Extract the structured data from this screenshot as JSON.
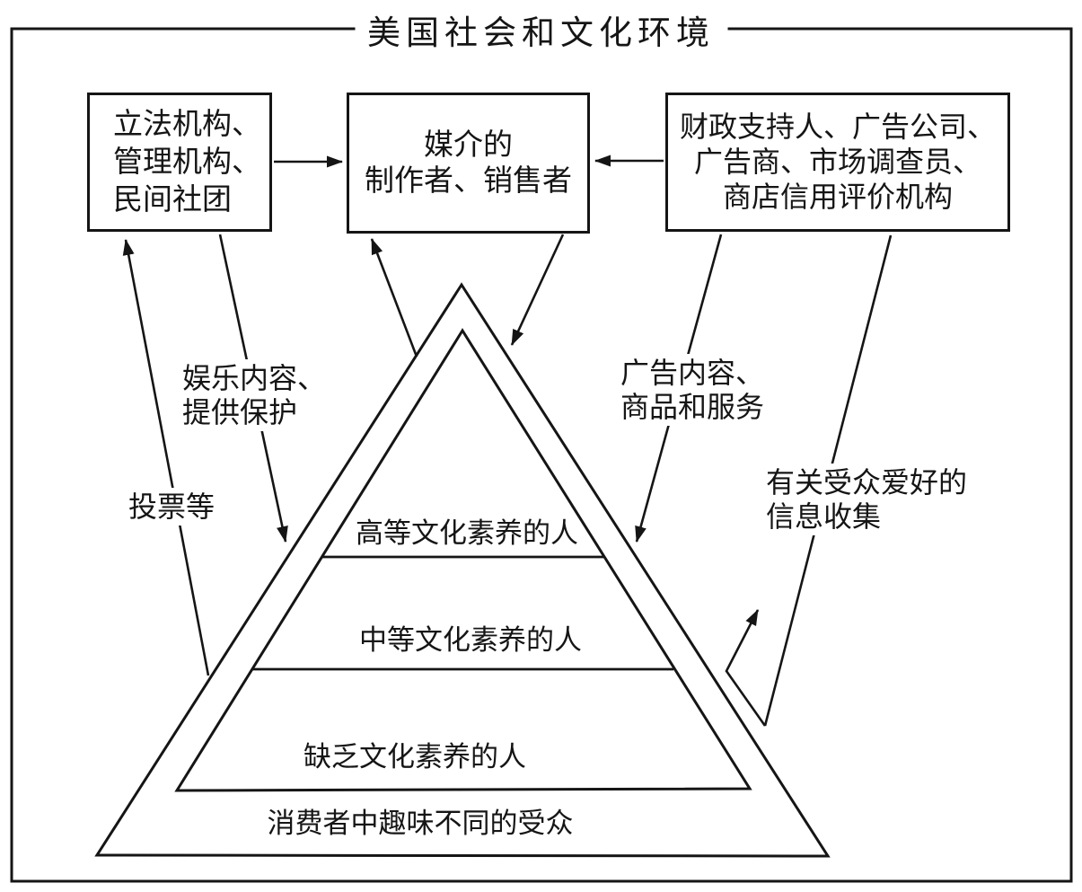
{
  "title": "美国社会和文化环境",
  "boxes": {
    "legislature": "立法机构、\n管理机构、\n民间社团",
    "media": "媒介的\n制作者、销售者",
    "finance": "财政支持人、广告公司、\n广告商、市场调查员、\n商店信用评价机构"
  },
  "arrow_labels": {
    "entertainment": "娱乐内容、\n提供保护",
    "voting": "投票等",
    "advertising": "广告内容、\n商品和服务",
    "info_collection": "有关受众爱好的\n信息收集"
  },
  "pyramid": {
    "level_1": "高等文化素养的人",
    "level_2": "中等文化素养的人",
    "level_3": "缺乏文化素养的人",
    "base": "消费者中趣味不同的受众"
  },
  "colors": {
    "ink": "#151515",
    "background": "#ffffff"
  }
}
